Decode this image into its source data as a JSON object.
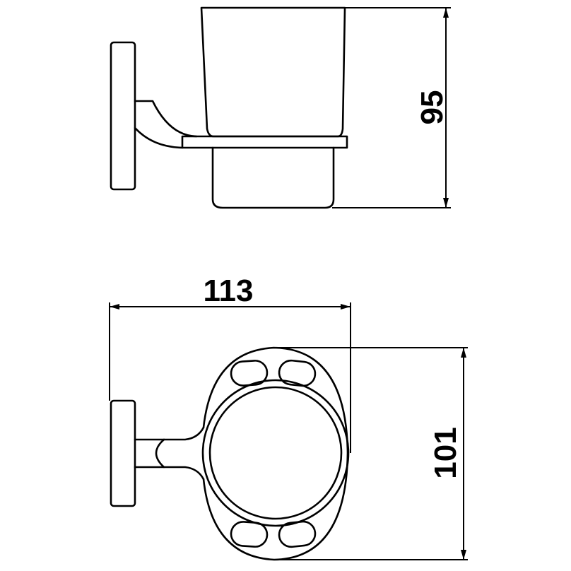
{
  "dimensions": {
    "height": "95",
    "width": "113",
    "depth": "101"
  },
  "colors": {
    "line": "#000000",
    "background": "#ffffff"
  }
}
